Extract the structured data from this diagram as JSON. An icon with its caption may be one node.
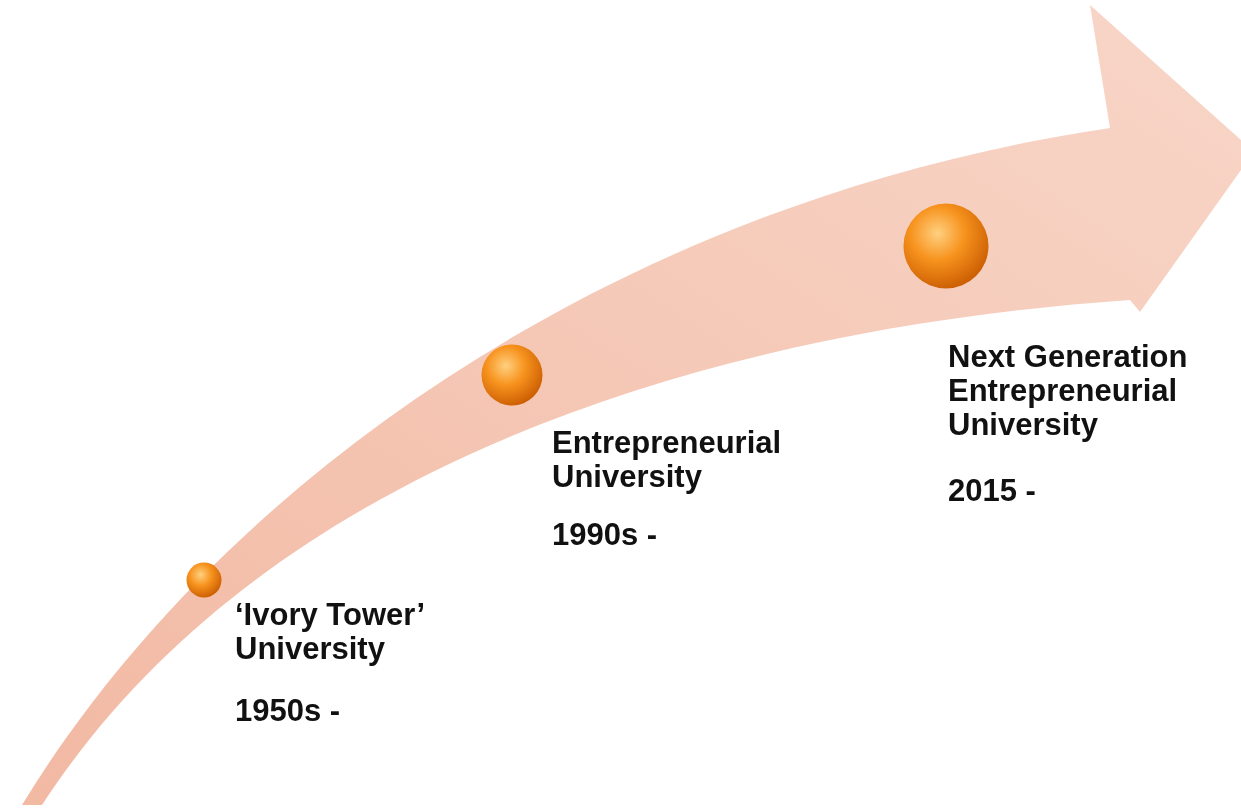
{
  "diagram": {
    "nodes": [
      {
        "text": [],
        "shape": "circle",
        "beside": [
          "‘Ivory Tower’ University",
          "1950s -"
        ]
      },
      {
        "text": [],
        "shape": "circle",
        "beside": [
          "Entrepreneurial University",
          "1990s -"
        ]
      },
      {
        "text": [],
        "shape": "circle",
        "beside": [
          "Next Generation Entrepreneurial University",
          "2015 -"
        ]
      }
    ]
  }
}
